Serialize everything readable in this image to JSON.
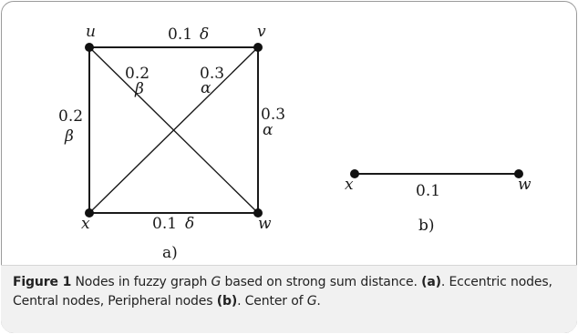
{
  "graph_a": {
    "nodes": {
      "u": "u",
      "v": "v",
      "x": "x",
      "w": "w"
    },
    "edges": {
      "uv": {
        "value": "0.1",
        "symbol": "δ"
      },
      "xw": {
        "value": "0.1",
        "symbol": "δ"
      },
      "ux": {
        "value": "0.2",
        "symbol": "β"
      },
      "vw": {
        "value": "0.3",
        "symbol": "α"
      },
      "uw": {
        "value": "0.2",
        "symbol": "β"
      },
      "vx": {
        "value": "0.3",
        "symbol": "α"
      }
    },
    "sublabel": "a)"
  },
  "graph_b": {
    "nodes": {
      "x": "x",
      "w": "w"
    },
    "edge": {
      "value": "0.1"
    },
    "sublabel": "b)"
  },
  "caption": {
    "label": "Figure 1",
    "text_1": " Nodes in fuzzy graph ",
    "graph_name": "G",
    "text_2": " based on strong sum distance. ",
    "marker_a": "(a)",
    "text_3": ". Eccentric nodes, Central nodes, Peripheral nodes ",
    "marker_b": "(b)",
    "text_4": ". Center of ",
    "graph_name_2": "G",
    "text_5": "."
  }
}
